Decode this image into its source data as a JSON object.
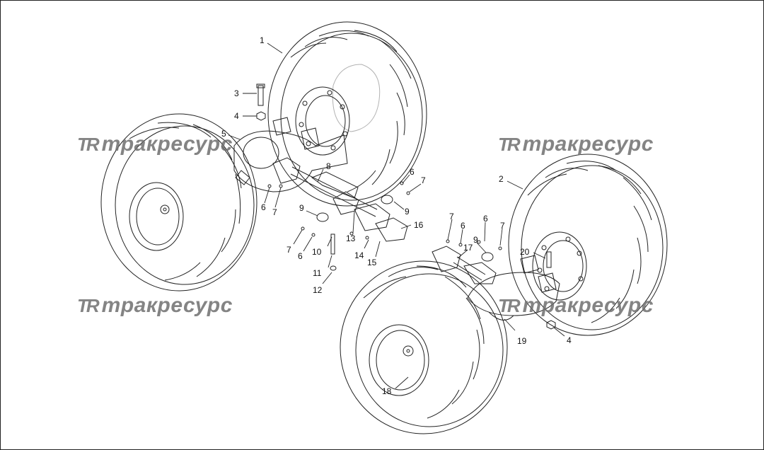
{
  "watermark": {
    "logo": "TR",
    "text": "тракресурс",
    "color": "#6f6f6f"
  },
  "callouts": {
    "c1": "1",
    "c2": "2",
    "c3": "3",
    "c4a": "4",
    "c4b": "4",
    "c5": "5",
    "c6a": "6",
    "c6b": "6",
    "c6c": "6",
    "c6d": "6",
    "c6e": "6",
    "c7a": "7",
    "c7b": "7",
    "c7c": "7",
    "c7d": "7",
    "c7e": "7",
    "c8": "8",
    "c9a": "9",
    "c9b": "9",
    "c9c": "9",
    "c10": "10",
    "c11": "11",
    "c12": "12",
    "c13": "13",
    "c14": "14",
    "c15": "15",
    "c16": "16",
    "c17": "17",
    "c18": "18",
    "c19": "19",
    "c20": "20"
  },
  "colors": {
    "line": "#222222",
    "tread": "#333333"
  }
}
